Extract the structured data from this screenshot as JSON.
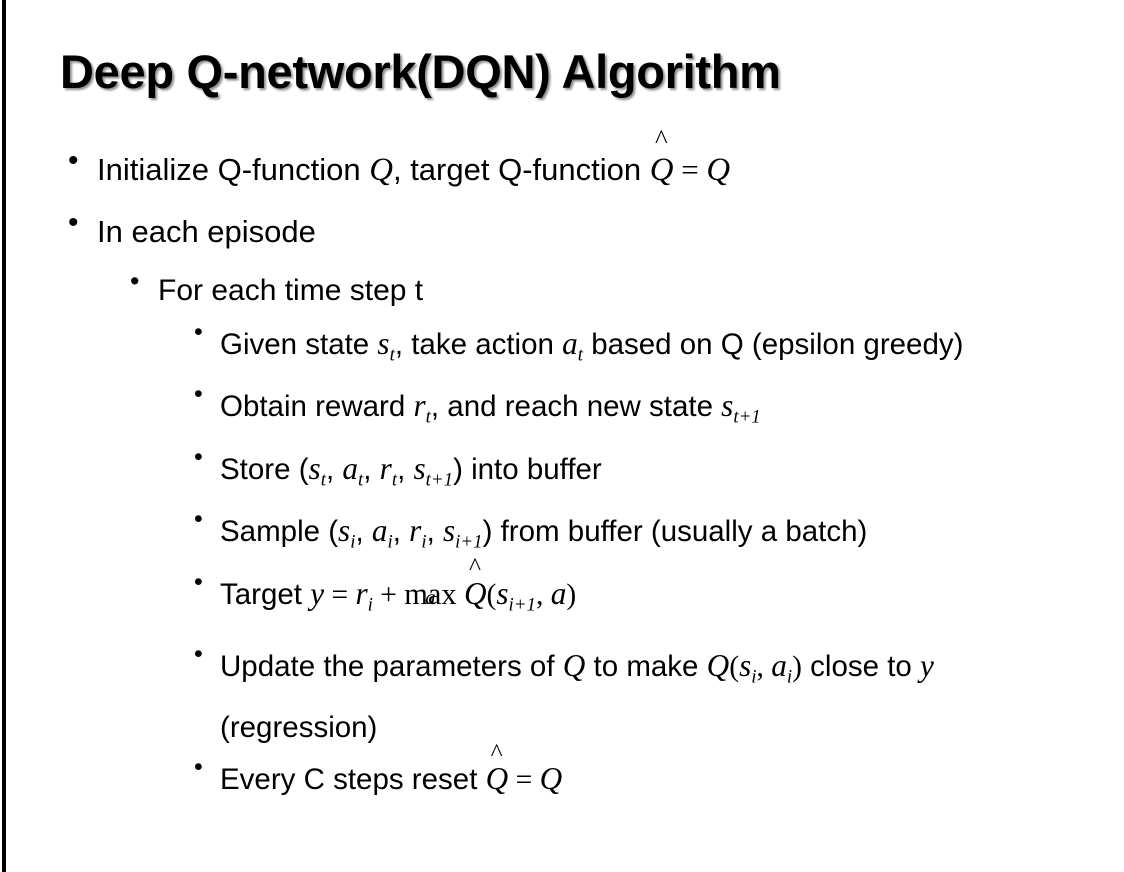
{
  "slide": {
    "title": "Deep Q-network(DQN) Algorithm",
    "background_color": "#ffffff",
    "text_color": "#000000",
    "left_edge_bar_color": "#000000",
    "bullet_glyph": "•"
  },
  "content": {
    "b1": {
      "level": 1,
      "pre": "Initialize Q-function ",
      "q1": "Q",
      "mid": ", target Q-function ",
      "qhat": "Q",
      "hat": "̂",
      "eq": " = ",
      "q2": "Q",
      "plain": "Initialize Q-function Q, target Q-function Q̂ = Q"
    },
    "b2": {
      "level": 1,
      "text": "In each episode"
    },
    "b3": {
      "level": 2,
      "text": "For each time step t"
    },
    "b4": {
      "level": 3,
      "pre": "Given state ",
      "s": "s",
      "s_sub": "t",
      "mid": ", take action ",
      "a": "a",
      "a_sub": "t",
      "post": " based on Q (epsilon greedy)",
      "plain": "Given state s_t, take action a_t based on Q (epsilon greedy)"
    },
    "b5": {
      "level": 3,
      "pre": "Obtain reward ",
      "r": "r",
      "r_sub": "t",
      "mid": ", and reach new state ",
      "s": "s",
      "s_sub": "t+1",
      "plain": "Obtain reward r_t, and reach new state s_t+1"
    },
    "b6": {
      "level": 3,
      "pre": "Store (",
      "s1": "s",
      "s1_sub": "t",
      "c1": ", ",
      "a1": "a",
      "a1_sub": "t",
      "c2": ", ",
      "r1": "r",
      "r1_sub": "t",
      "c3": ", ",
      "s2": "s",
      "s2_sub": "t+1",
      "post": ") into buffer",
      "plain": "Store (s_t, a_t, r_t, s_t+1) into buffer"
    },
    "b7": {
      "level": 3,
      "pre": "Sample (",
      "s1": "s",
      "s1_sub": "i",
      "c1": ", ",
      "a1": "a",
      "a1_sub": "i",
      "c2": ", ",
      "r1": "r",
      "r1_sub": "i",
      "c3": ", ",
      "s2": "s",
      "s2_sub": "i+1",
      "post": ") from buffer (usually a batch)",
      "plain": "Sample (s_i, a_i, r_i, s_i+1) from buffer (usually a batch)"
    },
    "b8": {
      "level": 3,
      "pre": "Target ",
      "y": "y",
      "eq": " = ",
      "r": "r",
      "r_sub": "i",
      "plus": " + ",
      "max": "max",
      "max_sub": "a",
      "qhat": "Q",
      "hat": "̂",
      "open": "(",
      "s": "s",
      "s_sub": "i+1",
      "comma": ", ",
      "a": "a",
      "close": ")",
      "plain": "Target y = r_i + max_a Q̂(s_i+1, a)"
    },
    "b9": {
      "level": 3,
      "pre": "Update the parameters of ",
      "q1": "Q",
      "mid": " to make ",
      "q2": "Q",
      "open": "(",
      "s": "s",
      "s_sub": "i",
      "comma": ", ",
      "a": "a",
      "a_sub": "i",
      "close": ")",
      "post": " close to ",
      "y": "y",
      "tail": " (regression)",
      "plain": "Update the parameters of Q to make Q(s_i, a_i) close to y (regression)"
    },
    "b10": {
      "level": 3,
      "pre": "Every C steps reset ",
      "qhat": "Q",
      "hat": "̂",
      "eq": " = ",
      "q2": "Q",
      "plain": "Every C steps reset Q̂ = Q"
    }
  }
}
